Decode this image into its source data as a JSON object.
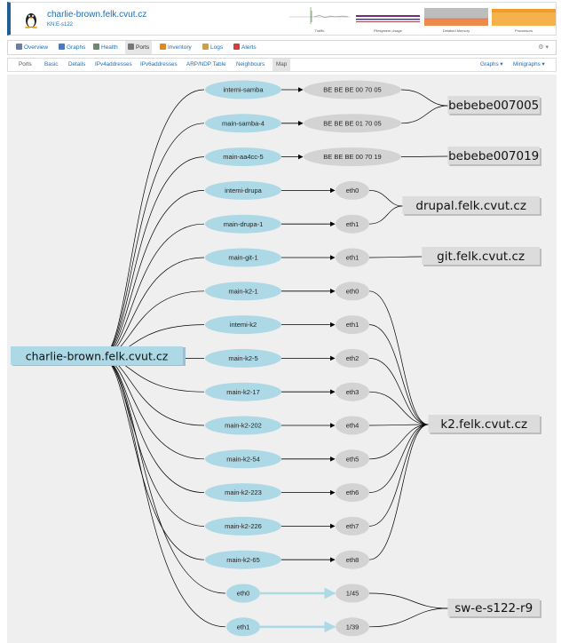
{
  "header": {
    "hostname": "charlie-brown.felk.cvut.cz",
    "location": "KN:E-s122",
    "graphs": [
      {
        "caption": "Traffic"
      },
      {
        "caption": "Filesystem Usage"
      },
      {
        "caption": "Detailed Memory"
      },
      {
        "caption": "Processors"
      }
    ]
  },
  "main_nav": {
    "items": [
      {
        "label": "Overview",
        "icon": "overview-icon",
        "color": "#6a7fa0"
      },
      {
        "label": "Graphs",
        "icon": "graphs-icon",
        "color": "#4a7bc0"
      },
      {
        "label": "Health",
        "icon": "health-icon",
        "color": "#6a8a6a"
      },
      {
        "label": "Ports",
        "icon": "ports-icon",
        "color": "#777777",
        "active": true
      },
      {
        "label": "Inventory",
        "icon": "inventory-icon",
        "color": "#d98a2a"
      },
      {
        "label": "Logs",
        "icon": "logs-icon",
        "color": "#c8a050"
      },
      {
        "label": "Alerts",
        "icon": "alerts-icon",
        "color": "#d04040"
      }
    ],
    "settings_icon": "gear-icon"
  },
  "sub_nav": {
    "items": [
      {
        "label": "Ports"
      },
      {
        "label": "Basic"
      },
      {
        "label": "Details"
      },
      {
        "label": "IPv4addresses"
      },
      {
        "label": "IPv6addresses"
      },
      {
        "label": "ARP/NDP Table"
      },
      {
        "label": "Neighbours"
      },
      {
        "label": "Map",
        "active": true
      }
    ],
    "right": [
      {
        "label": "Graphs ▾"
      },
      {
        "label": "Minigraphs ▾"
      }
    ]
  },
  "map": {
    "source": "charlie-brown.felk.cvut.cz",
    "links": [
      {
        "local": "intemi-samba",
        "remote": "BE BE BE 00 70 05",
        "device": 0
      },
      {
        "local": "main-samba-4",
        "remote": "BE BE BE 01 70 05",
        "device": 0
      },
      {
        "local": "main-aa4cc-5",
        "remote": "BE BE BE 00 70 19",
        "device": 1
      },
      {
        "local": "intemi-drupa",
        "remote": "eth0",
        "device": 2
      },
      {
        "local": "main-drupa-1",
        "remote": "eth1",
        "device": 2
      },
      {
        "local": "main-git-1",
        "remote": "eth1",
        "device": 3
      },
      {
        "local": "main-k2-1",
        "remote": "eth0",
        "device": 4
      },
      {
        "local": "intemi-k2",
        "remote": "eth1",
        "device": 4
      },
      {
        "local": "main-k2-5",
        "remote": "eth2",
        "device": 4
      },
      {
        "local": "main-k2-17",
        "remote": "eth3",
        "device": 4
      },
      {
        "local": "main-k2-202",
        "remote": "eth4",
        "device": 4
      },
      {
        "local": "main-k2-54",
        "remote": "eth5",
        "device": 4
      },
      {
        "local": "main-k2-223",
        "remote": "eth6",
        "device": 4
      },
      {
        "local": "main-k2-226",
        "remote": "eth7",
        "device": 4
      },
      {
        "local": "main-k2-65",
        "remote": "eth8",
        "device": 4
      },
      {
        "local": "eth0",
        "remote": "1/45",
        "device": 5,
        "physical": true
      },
      {
        "local": "eth1",
        "remote": "1/39",
        "device": 5,
        "physical": true
      }
    ],
    "devices": [
      "bebebe007005",
      "bebebe007019",
      "drupal.felk.cvut.cz",
      "git.felk.cvut.cz",
      "k2.felk.cvut.cz",
      "sw-e-s122-r9"
    ],
    "colors": {
      "local_port": "#add8e6",
      "remote_port": "#d3d3d3",
      "device_box": "#dcdcdc",
      "physical_link": "#add8e6",
      "link": "#000000"
    }
  }
}
